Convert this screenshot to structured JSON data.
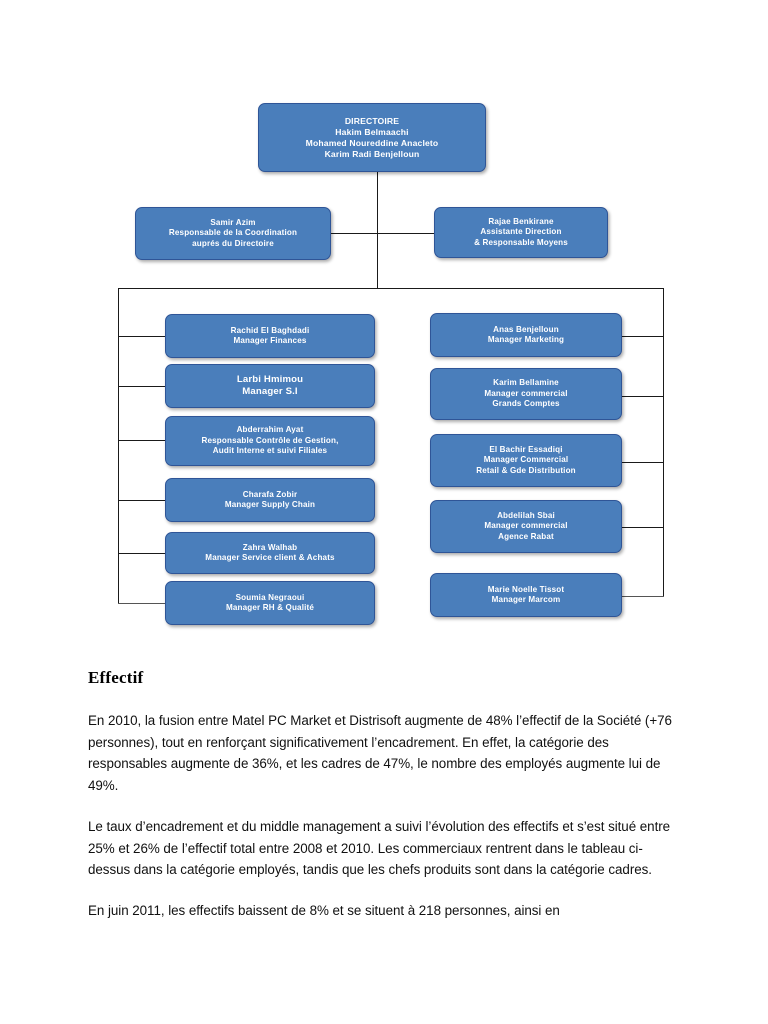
{
  "chart": {
    "title_box": {
      "name": "DIRECTOIRE",
      "lines": [
        "DIRECTOIRE",
        "Hakim Belmaachi",
        "Mohamed Noureddine Anacleto",
        "Karim Radi Benjelloun"
      ]
    },
    "staff": [
      {
        "lines": [
          "Samir Azim",
          "Responsable de la Coordination",
          "auprés du Directoire"
        ]
      },
      {
        "lines": [
          "Rajae Benkirane",
          "Assistante Direction",
          "& Responsable  Moyens"
        ]
      }
    ],
    "left_column": [
      {
        "lines": [
          "Rachid El Baghdadi",
          "Manager Finances"
        ]
      },
      {
        "lines": [
          "Larbi Hmimou",
          "Manager S.I"
        ]
      },
      {
        "lines": [
          "Abderrahim Ayat",
          "Responsable Contrôle de Gestion,",
          "Audit Interne  et suivi  Filiales"
        ]
      },
      {
        "lines": [
          "Charafa Zobir",
          "Manager Supply Chain"
        ]
      },
      {
        "lines": [
          "Zahra Walhab",
          "Manager  Service client &  Achats"
        ]
      },
      {
        "lines": [
          "Soumia Negraoui",
          "Manager  RH & Qualité"
        ]
      }
    ],
    "right_column": [
      {
        "lines": [
          "Anas Benjelloun",
          "Manager Marketing"
        ]
      },
      {
        "lines": [
          "Karim Bellamine",
          "Manager commercial",
          "Grands Comptes"
        ]
      },
      {
        "lines": [
          "El Bachir Essadiqi",
          "Manager Commercial",
          "Retail  & Gde Distribution"
        ]
      },
      {
        "lines": [
          "Abdelilah Sbai",
          "Manager commercial",
          "Agence Rabat"
        ]
      },
      {
        "lines": [
          "Marie Noelle Tissot",
          "Manager  Marcom"
        ]
      }
    ],
    "box_color": "#4a7ebb",
    "box_border_color": "#2f5597",
    "connector_color": "#1a1a1a"
  },
  "article": {
    "heading": "Effectif",
    "paragraphs": [
      "En 2010, la fusion entre Matel PC Market et Distrisoft augmente de 48% l’effectif de la Société (+76 personnes), tout en renforçant significativement l’encadrement. En effet, la catégorie des responsables augmente de 36%, et les cadres de 47%, le nombre des employés augmente lui de 49%.",
      "Le taux d’encadrement et du middle management a suivi l’évolution des effectifs et s’est situé entre 25% et 26% de l’effectif total entre 2008 et 2010. Les commerciaux rentrent dans le tableau ci-dessus dans la catégorie employés, tandis que les chefs produits sont dans la catégorie cadres.",
      "En juin 2011, les effectifs baissent de 8% et se situent à 218 personnes, ainsi en"
    ]
  }
}
